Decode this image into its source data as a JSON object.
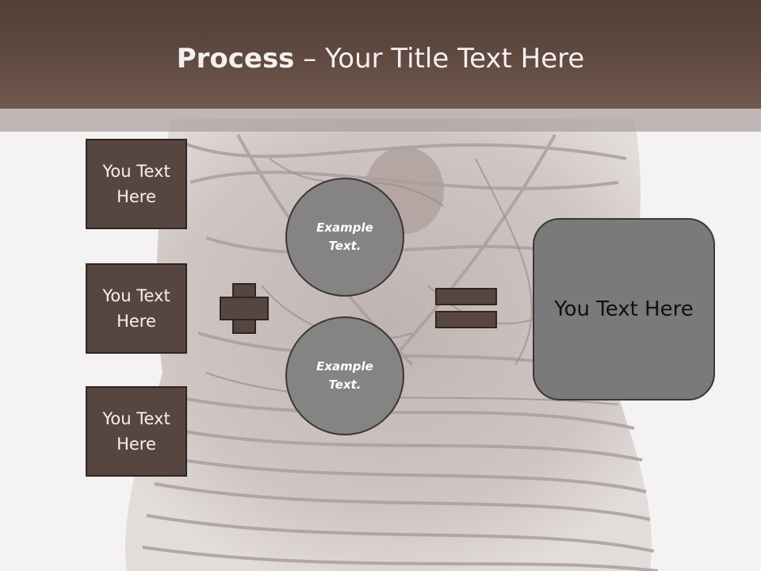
{
  "slide": {
    "title_bold": "Process",
    "title_rest": " – Your Title Text Here",
    "left_boxes": [
      {
        "label": "You Text Here"
      },
      {
        "label": "You Text Here"
      },
      {
        "label": "You Text Here"
      }
    ],
    "circles": [
      {
        "label": "Example Text."
      },
      {
        "label": "Example Text."
      }
    ],
    "result_label": "You Text Here"
  },
  "colors": {
    "header": "#5f4941",
    "box_fill": "#574640",
    "circle_fill": "#858383",
    "result_fill": "#7a7a7a",
    "background": "#f4f2f2"
  },
  "icons": {
    "operator_1": "plus-icon",
    "operator_2": "equals-icon"
  }
}
